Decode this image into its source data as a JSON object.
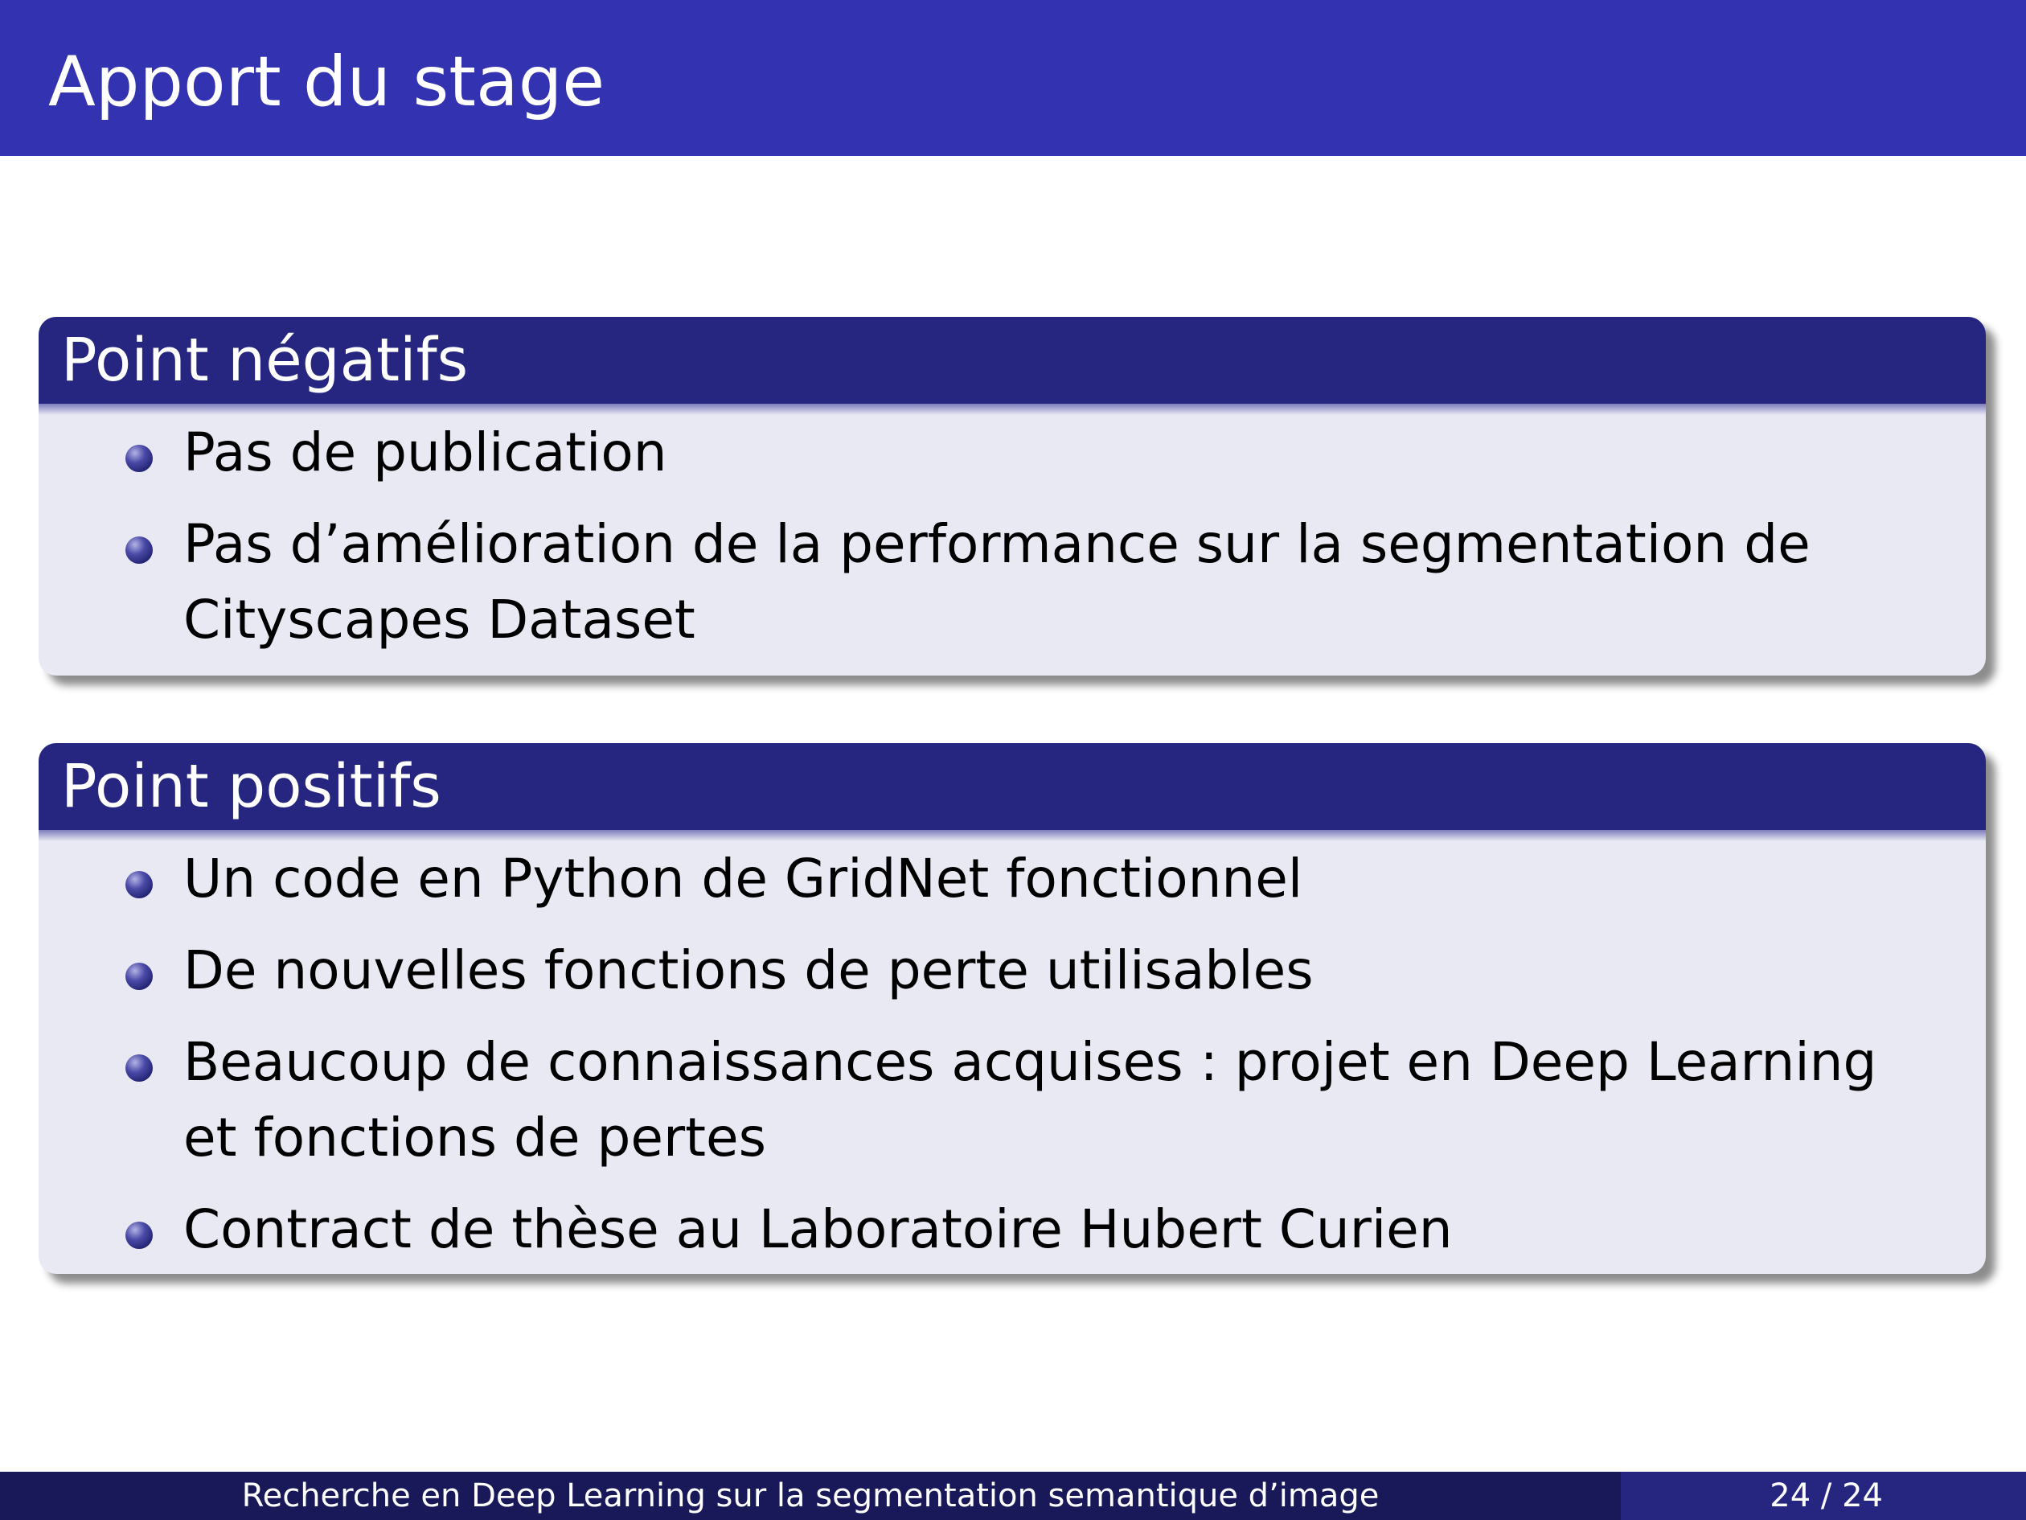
{
  "slide": {
    "title": "Apport du stage"
  },
  "blocks": [
    {
      "title": "Point négatifs",
      "items": [
        "Pas de publication",
        "Pas d’amélioration de la performance sur la segmentation de Cityscapes Dataset"
      ]
    },
    {
      "title": "Point positifs",
      "items": [
        "Un code en Python de GridNet fonctionnel",
        "De nouvelles fonctions de perte utilisables",
        "Beaucoup de connaissances acquises : projet en Deep Learning et fonctions de pertes",
        "Contract de thèse au Laboratoire Hubert Curien"
      ]
    }
  ],
  "footer": {
    "title": "Recherche en Deep Learning sur la segmentation semantique d’image",
    "page": "24 / 24"
  },
  "colors": {
    "header_bg": "#3333b2",
    "block_title_bg": "#262680",
    "block_body_bg": "#e9e9f3",
    "footer_left_bg": "#191959",
    "footer_right_bg": "#262680"
  },
  "icons": {
    "bullet": "ball-bullet-icon"
  }
}
